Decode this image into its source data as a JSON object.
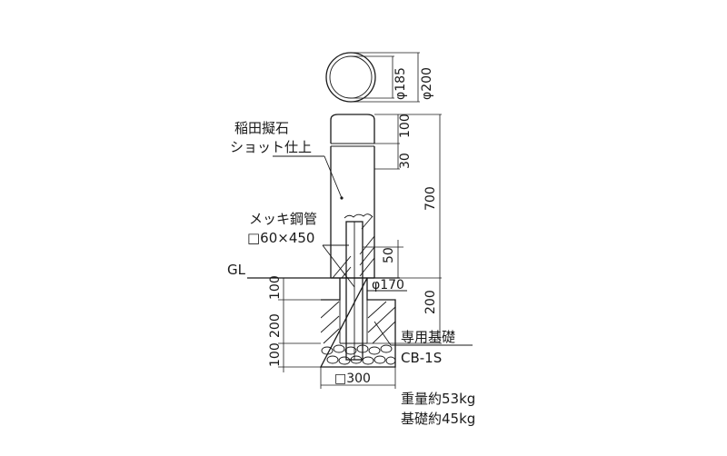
{
  "labels": {
    "finish_line1": "稲田擬石",
    "finish_line2": "ショット仕上",
    "pipe_line1": "メッキ鋼管",
    "pipe_line2": "□60×450",
    "ground": "GL",
    "foundation_line1": "専用基礎",
    "foundation_line2": "CB-1S",
    "weight_line1": "重量約53kg",
    "weight_line2": "基礎約45kg"
  },
  "dimensions": {
    "inner_diameter": "φ185",
    "outer_diameter": "φ200",
    "top_band": "100",
    "band_gap": "30",
    "post_height": "700",
    "pipe_embed": "50",
    "hole_diameter": "φ170",
    "hole_depth": "200",
    "found_top": "100",
    "found_mid": "200",
    "found_bottom": "100",
    "found_width": "□300"
  }
}
